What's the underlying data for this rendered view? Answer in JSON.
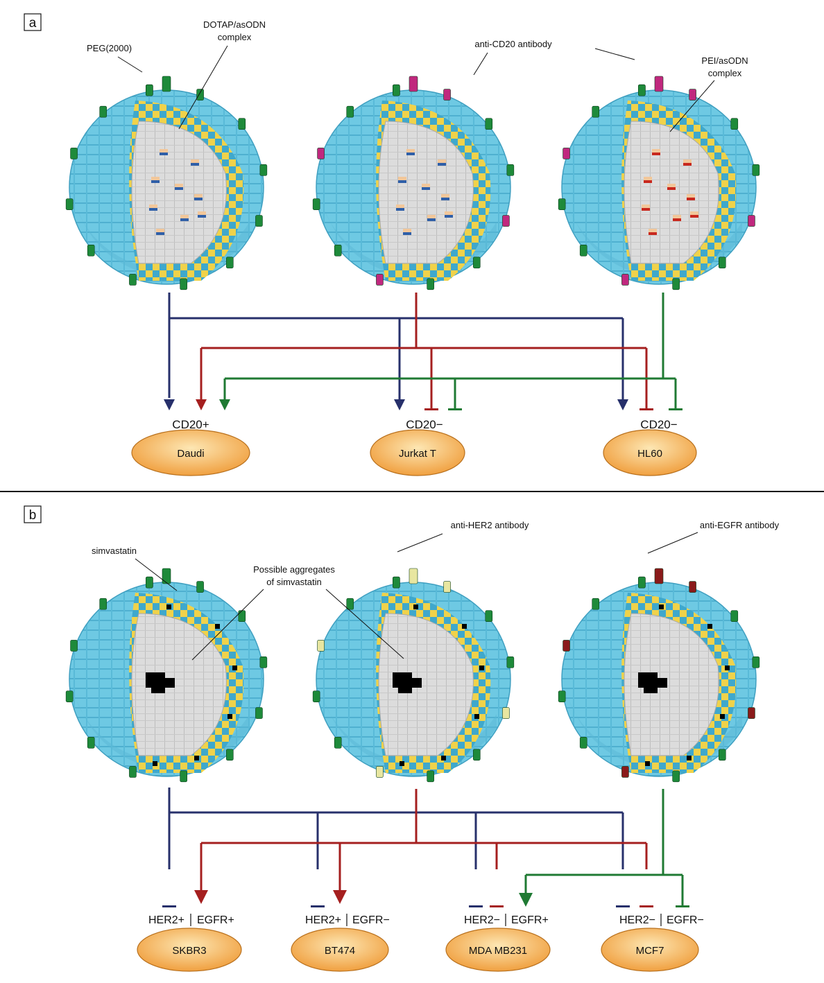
{
  "panel_a": {
    "letter": "a",
    "annotations": {
      "peg": "PEG(2000)",
      "dotap_line1": "DOTAP/asODN",
      "dotap_line2": "complex",
      "anti_cd20": "anti-CD20 antibody",
      "pei_line1": "PEI/asODN",
      "pei_line2": "complex"
    },
    "cell_markers": [
      "CD20+",
      "CD20−",
      "CD20−"
    ],
    "cells": [
      "Daudi",
      "Jurkat T",
      "HL60"
    ]
  },
  "panel_b": {
    "letter": "b",
    "annotations": {
      "simvastatin": "simvastatin",
      "aggregates_line1": "Possible aggregates",
      "aggregates_line2": "of simvastatin",
      "anti_her2": "anti-HER2 antibody",
      "anti_egfr": "anti-EGFR antibody"
    },
    "cell_markers": [
      {
        "her2": "HER2+",
        "egfr": "EGFR+"
      },
      {
        "her2": "HER2+",
        "egfr": "EGFR−"
      },
      {
        "her2": "HER2−",
        "egfr": "EGFR+"
      },
      {
        "her2": "HER2−",
        "egfr": "EGFR−"
      }
    ],
    "cells": [
      "SKBR3",
      "BT474",
      "MDA MB231",
      "MCF7"
    ]
  },
  "colors": {
    "navy": "#27306b",
    "red": "#a51f1f",
    "green": "#1f7a33",
    "shell": "#6ec9e3",
    "shell_dark": "#3f9fc0",
    "yellow": "#f0d24a",
    "core": "#dcdcdc",
    "peg": "#1e8a3a",
    "antibody_cd20": "#c0287e",
    "antibody_her2": "#e8e6a0",
    "antibody_egfr": "#8a1a1a",
    "cell_fill_center": "#fde7b4",
    "cell_fill_edge": "#f0a040",
    "simvastatin": "#000000"
  }
}
